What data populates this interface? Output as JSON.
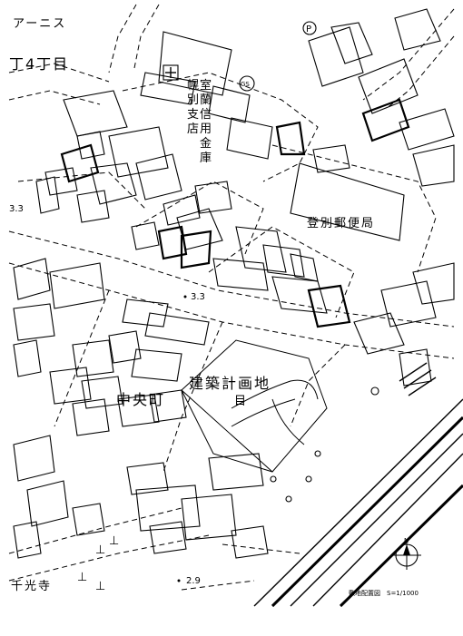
{
  "labels": {
    "top_left": "アーニス",
    "chome": "丁4丁目",
    "bank_1": "幌",
    "bank_2": "室",
    "bank_3": "別",
    "bank_4": "蘭",
    "bank_5": "支",
    "bank_6": "信",
    "bank_7": "店",
    "bank_8": "用",
    "bank_9": "金",
    "bank_10": "庫",
    "post_office": "登別郵便局",
    "project_site": "建築計画地",
    "district": "中央町",
    "chome_suffix": "目",
    "temple": "千光寺",
    "elev_1": "3.3",
    "elev_2": "3.3",
    "elev_3": "2.9",
    "gs": "GS",
    "parking": "P",
    "scale_caption": "敷地配置図　S=1/1000",
    "north": "N"
  },
  "icons": {
    "gas_station": "gas-station-icon",
    "parking": "parking-icon",
    "hospital": "hospital-cross-icon",
    "north_arrow": "north-arrow-icon",
    "temple_marks": "temple-mark-icon"
  }
}
